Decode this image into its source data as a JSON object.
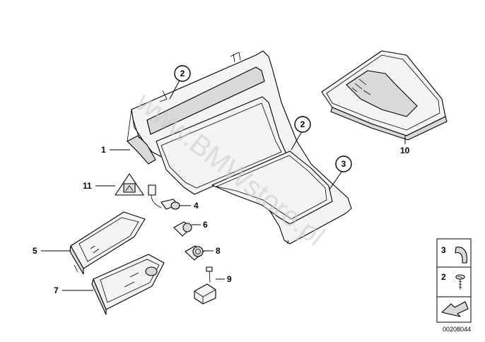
{
  "diagram": {
    "watermark": "www.BMWstore.pl",
    "drawing_code": "00208044",
    "part_numbers": {
      "p1": "1",
      "p2a": "2",
      "p2b": "2",
      "p3": "3",
      "p4": "4",
      "p5": "5",
      "p6": "6",
      "p7": "7",
      "p8": "8",
      "p9": "9",
      "p10": "10",
      "p11": "11"
    },
    "legend": {
      "row3": "3",
      "row2": "2"
    }
  }
}
